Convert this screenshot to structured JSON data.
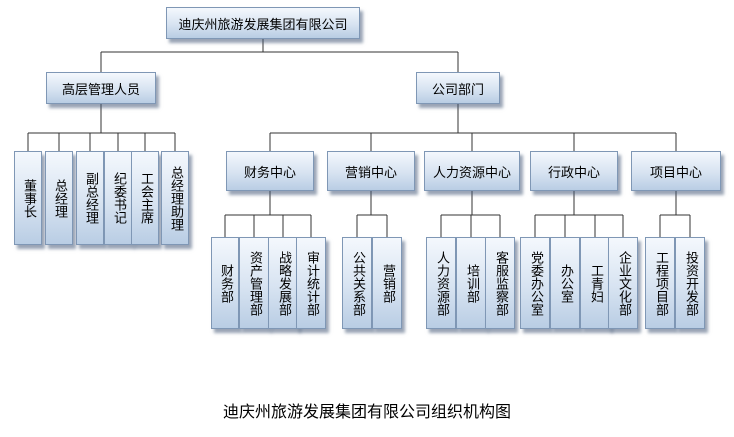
{
  "root": "迪庆州旅游发展集团有限公司",
  "level1": {
    "management": "高层管理人员",
    "departments": "公司部门"
  },
  "management_members": [
    "董事长",
    "总经理",
    "副总经理",
    "纪委书记",
    "工会主席",
    "总经理助理"
  ],
  "centers": [
    {
      "name": "财务中心",
      "units": [
        "财务部",
        "资产管理部",
        "战略发展部",
        "审计统计部"
      ]
    },
    {
      "name": "营销中心",
      "units": [
        "公共关系部",
        "营销部"
      ]
    },
    {
      "name": "人力资源中心",
      "units": [
        "人力资源部",
        "培训部",
        "客服监察部"
      ]
    },
    {
      "name": "行政中心",
      "units": [
        "党委办公室",
        "办公室",
        "工青妇",
        "企业文化部"
      ]
    },
    {
      "name": "项目中心",
      "units": [
        "工程项目部",
        "投资开发部"
      ]
    }
  ],
  "caption": "迪庆州旅游发展集团有限公司组织机构图"
}
